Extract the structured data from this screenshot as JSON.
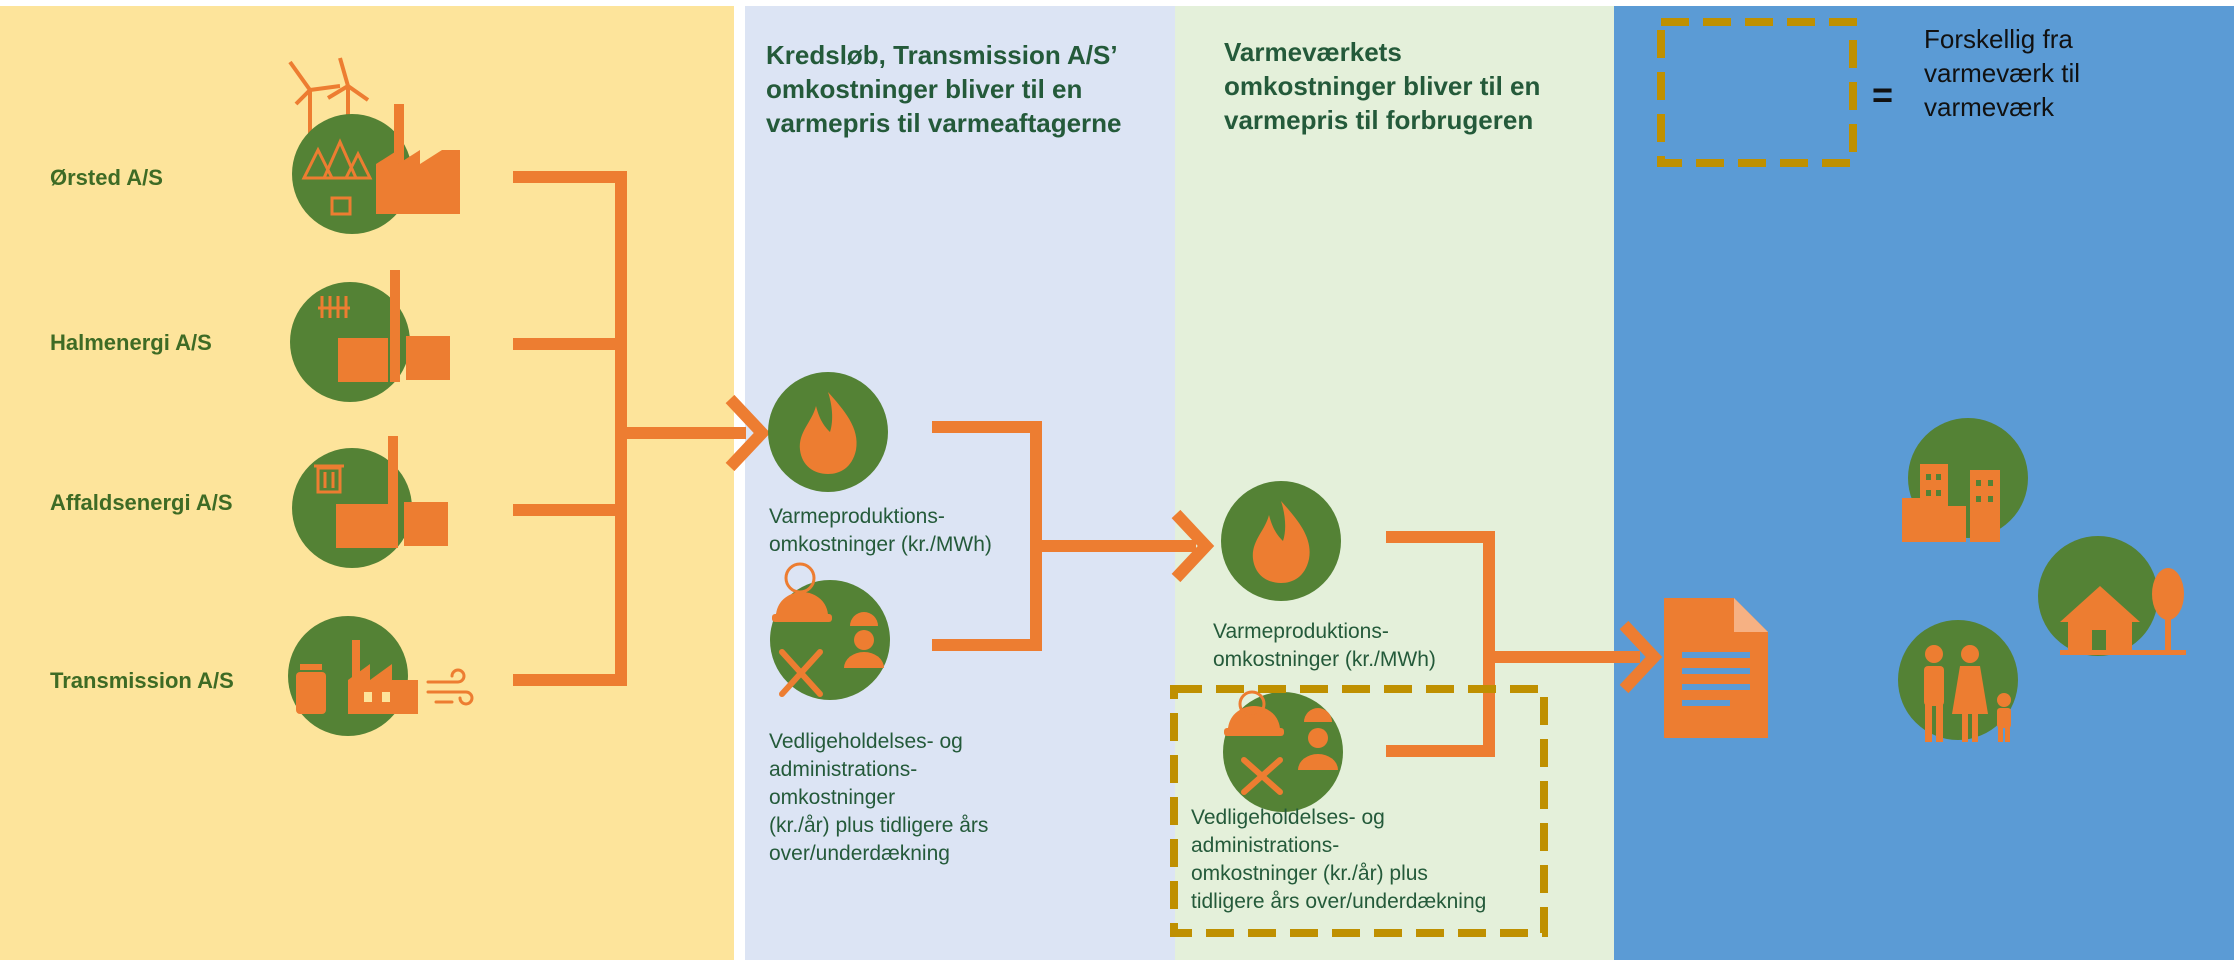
{
  "companies": [
    {
      "name": "Ørsted A/S"
    },
    {
      "name": "Halmenergi A/S"
    },
    {
      "name": "Affaldsenergi A/S"
    },
    {
      "name": "Transmission A/S"
    }
  ],
  "panel2": {
    "heading": [
      "Kredsløb, Transmission A/S’",
      "omkostninger bliver til en",
      "varmepris til varmeaftagerne"
    ],
    "production_costs": [
      "Varmeproduktions-",
      "omkostninger (kr./MWh)"
    ],
    "maintenance_costs": [
      "Vedligeholdelses- og",
      "administrations-",
      "omkostninger",
      "(kr./år) plus tidligere års",
      "over/underdækning"
    ]
  },
  "panel3": {
    "heading": [
      "Varmeværkets",
      "omkostninger bliver til en",
      "varmepris til forbrugeren"
    ],
    "production_costs": [
      "Varmeproduktions-",
      "omkostninger (kr./MWh)"
    ],
    "maintenance_costs": [
      "Vedligeholdelses- og",
      "administrations-",
      "omkostninger (kr./år) plus",
      "tidligere års over/underdækning"
    ]
  },
  "legend": {
    "symbol": "=",
    "text": [
      "Forskellig fra",
      "varmeværk til",
      "varmeværk"
    ]
  },
  "colors": {
    "orange": "#ed7d31",
    "green": "#548235",
    "dashed_border": "#bf9000",
    "panel_yellow": "#fde49b",
    "panel_blue_light": "#dce4f4",
    "panel_green_light": "#e4f0da",
    "panel_blue": "#5b9bd5"
  },
  "icons": [
    "wind-turbine-icon",
    "forest-icon",
    "factory-icon",
    "straw-icon",
    "trash-icon",
    "oil-barrel-icon",
    "wind-icon",
    "flame-icon",
    "worker-icon",
    "tools-icon",
    "invoice-document-icon",
    "apartment-buildings-icon",
    "house-icon",
    "family-icon"
  ]
}
